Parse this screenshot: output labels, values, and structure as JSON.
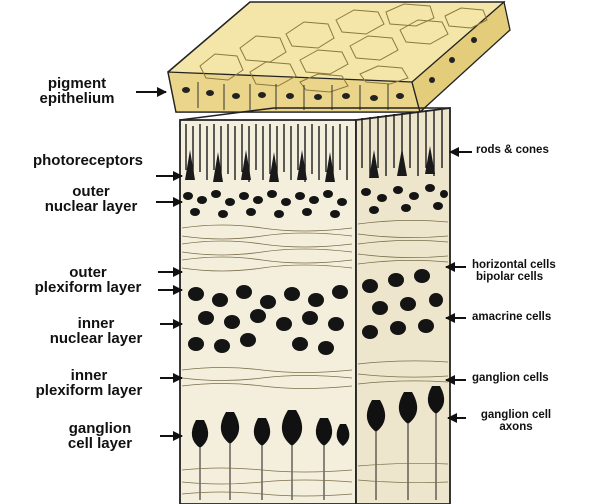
{
  "diagram": {
    "left_labels": [
      {
        "line1": "pigment",
        "line2": "epithelium"
      },
      {
        "line1": "photoreceptors",
        "line2": ""
      },
      {
        "line1": "outer",
        "line2": "nuclear layer"
      },
      {
        "line1": "outer",
        "line2": "plexiform layer"
      },
      {
        "line1": "inner",
        "line2": "nuclear layer"
      },
      {
        "line1": "inner",
        "line2": "plexiform layer"
      },
      {
        "line1": "ganglion",
        "line2": "cell layer"
      }
    ],
    "right_labels": [
      {
        "line1": "rods & cones",
        "line2": ""
      },
      {
        "line1": "horizontal cells",
        "line2": "bipolar cells"
      },
      {
        "line1": "amacrine cells",
        "line2": ""
      },
      {
        "line1": "ganglion cells",
        "line2": ""
      },
      {
        "line1": "ganglion cell",
        "line2": "axons"
      }
    ],
    "colors": {
      "pigment_epithelium": "#f3e6a8",
      "ink": "#111111",
      "block_bg": "#f4efdc",
      "nuclear": "#141414"
    }
  }
}
